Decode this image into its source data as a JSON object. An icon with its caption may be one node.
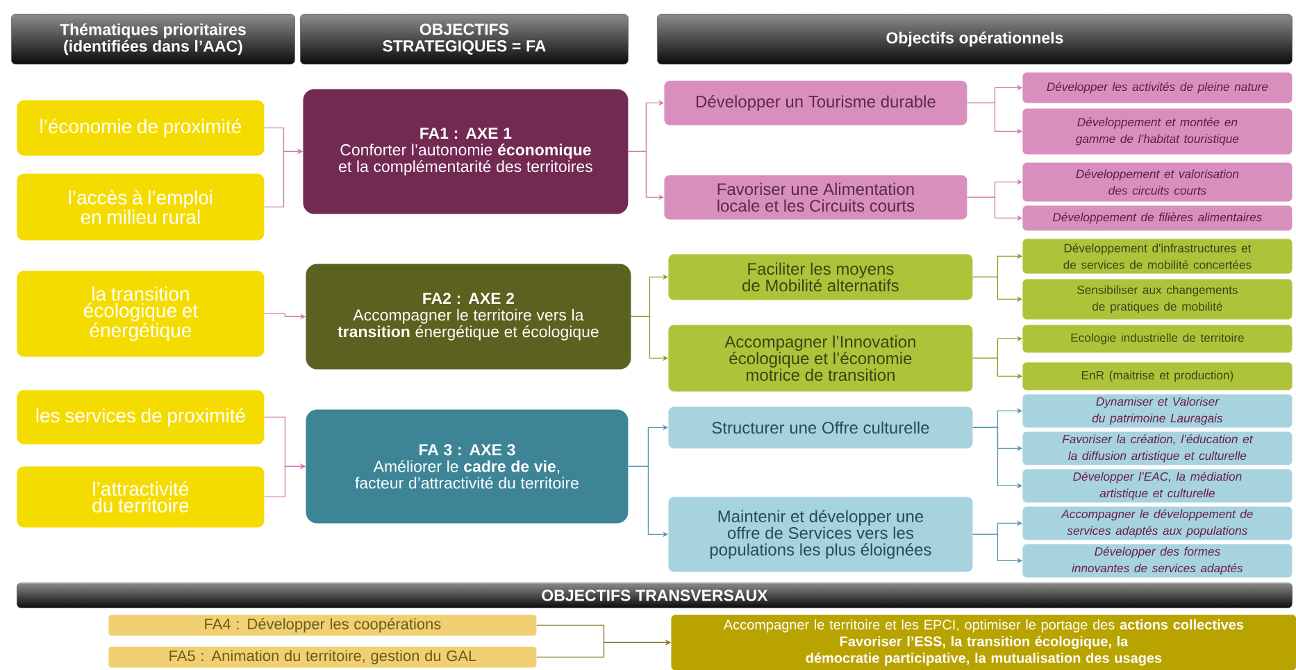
{
  "diagram": {
    "nodes": [
      {
        "text": [
          "Thématiques prioritaires (identifiées dans l’AAC)"
        ]
      },
      {
        "text": [
          "OBJECTIFS STRATEGIQUES = FA"
        ]
      },
      {
        "text": [
          "Objectifs opérationnels"
        ]
      },
      {
        "text": [
          "l’économie de proximité"
        ]
      },
      {
        "text": [
          "l’accès à l’emploi en milieu rural"
        ]
      },
      {
        "text": [
          "la transition écologique et énergétique"
        ]
      },
      {
        "text": [
          "les services de proximité"
        ]
      },
      {
        "text": [
          "l’attractivité du territoire"
        ]
      },
      {
        "text": [
          "FA1 : AXE 1",
          "Conforter l’autonomie **économique** et la complémentarité des territoires"
        ]
      },
      {
        "text": [
          "FA2 : AXE 2",
          "Accompagner le territoire vers la **transition** énergétique et écologique"
        ]
      },
      {
        "text": [
          "FA 3 : AXE 3",
          "Améliorer le **cadre de vie**, facteur d’attractivité du territoire"
        ]
      },
      {
        "text": [
          "Développer un Tourisme durable"
        ]
      },
      {
        "text": [
          "Favoriser une Alimentation locale et les Circuits courts"
        ]
      },
      {
        "text": [
          "Faciliter les moyens de Mobilité alternatifs"
        ]
      },
      {
        "text": [
          "Accompagner l’Innovation écologique et l’économie motrice de transition"
        ]
      },
      {
        "text": [
          "Structurer une Offre culturelle"
        ]
      },
      {
        "text": [
          "Maintenir et développer une offre de Services vers les populations les plus éloignées"
        ]
      },
      {
        "text": [
          "Développer les activités de pleine nature"
        ]
      },
      {
        "text": [
          "Développement et montée en gamme de l’habitat touristique"
        ]
      },
      {
        "text": [
          "Développement et valorisation des circuits courts"
        ]
      },
      {
        "text": [
          "Développement de filières alimentaires"
        ]
      },
      {
        "text": [
          "Développement d'infrastructures et de services de mobilité concertées"
        ]
      },
      {
        "text": [
          "Sensibiliser aux changements de pratiques de mobilité"
        ]
      },
      {
        "text": [
          "Ecologie industrielle de territoire"
        ]
      },
      {
        "text": [
          "EnR (maitrise et production)"
        ]
      },
      {
        "text": [
          "Dynamiser et Valoriser du patrimoine Lauragais"
        ]
      },
      {
        "text": [
          "Favoriser la création, l’éducation et la diffusion artistique et culturelle"
        ]
      },
      {
        "text": [
          "Développer l’EAC, la médiation artistique et culturelle"
        ]
      },
      {
        "text": [
          "Accompagner le développement de services adaptés aux populations"
        ]
      },
      {
        "text": [
          "Développer des formes innovantes de services adaptés"
        ]
      },
      {
        "text": [
          "OBJECTIFS TRANSVERSAUX"
        ]
      },
      {
        "text": [
          "FA4 : Développer les coopérations"
        ]
      },
      {
        "text": [
          "FA5 : Animation du territoire, gestion du GAL"
        ]
      },
      {
        "text": [
          "Accompagner le territoire et les EPCI, optimiser le portage des **actions collectives**",
          "Favoriser l’ESS, la transition écologique, la démocratie participative, la mutualisation des usages"
        ]
      }
    ],
    "edges": [
      {
        "from": 3,
        "to": 8,
        "arrow": "to",
        "color": "#d37bb0"
      },
      {
        "from": 4,
        "to": 8,
        "arrow": "to",
        "color": "#d37bb0"
      },
      {
        "from": 5,
        "to": 9,
        "arrow": "to",
        "color": "#d37bb0"
      },
      {
        "from": 6,
        "to": 10,
        "arrow": "to",
        "color": "#d37bb0"
      },
      {
        "from": 7,
        "to": 10,
        "arrow": "to",
        "color": "#d37bb0"
      },
      {
        "from": 8,
        "to": 11,
        "arrow": "to",
        "color": "#d37bb0"
      },
      {
        "from": 8,
        "to": 12,
        "arrow": "to",
        "color": "#d37bb0"
      },
      {
        "from": 9,
        "to": 13,
        "arrow": "to",
        "color": "#8aa02a"
      },
      {
        "from": 9,
        "to": 14,
        "arrow": "to",
        "color": "#8aa02a"
      },
      {
        "from": 10,
        "to": 15,
        "arrow": "to",
        "color": "#5a9aae"
      },
      {
        "from": 10,
        "to": 16,
        "arrow": "to",
        "color": "#5a9aae"
      },
      {
        "from": 11,
        "to": 17,
        "arrow": "to",
        "color": "#d37bb0"
      },
      {
        "from": 11,
        "to": 18,
        "arrow": "to",
        "color": "#d37bb0"
      },
      {
        "from": 12,
        "to": 19,
        "arrow": "to",
        "color": "#d37bb0"
      },
      {
        "from": 12,
        "to": 20,
        "arrow": "to",
        "color": "#d37bb0"
      },
      {
        "from": 13,
        "to": 21,
        "arrow": "to",
        "color": "#8aa02a"
      },
      {
        "from": 13,
        "to": 22,
        "arrow": "to",
        "color": "#8aa02a"
      },
      {
        "from": 14,
        "to": 23,
        "arrow": "to",
        "color": "#8aa02a"
      },
      {
        "from": 14,
        "to": 24,
        "arrow": "to",
        "color": "#8aa02a"
      },
      {
        "from": 15,
        "to": 25,
        "arrow": "to",
        "color": "#5a9aae"
      },
      {
        "from": 15,
        "to": 26,
        "arrow": "to",
        "color": "#5a9aae"
      },
      {
        "from": 15,
        "to": 27,
        "arrow": "to",
        "color": "#5a9aae"
      },
      {
        "from": 16,
        "to": 28,
        "arrow": "to",
        "color": "#5a9aae"
      },
      {
        "from": 16,
        "to": 29,
        "arrow": "to",
        "color": "#5a9aae"
      },
      {
        "from": 31,
        "to": 33,
        "arrow": "to",
        "color": "#8a7a30"
      },
      {
        "from": 32,
        "to": 33,
        "arrow": "to",
        "color": "#8a7a30"
      }
    ]
  }
}
